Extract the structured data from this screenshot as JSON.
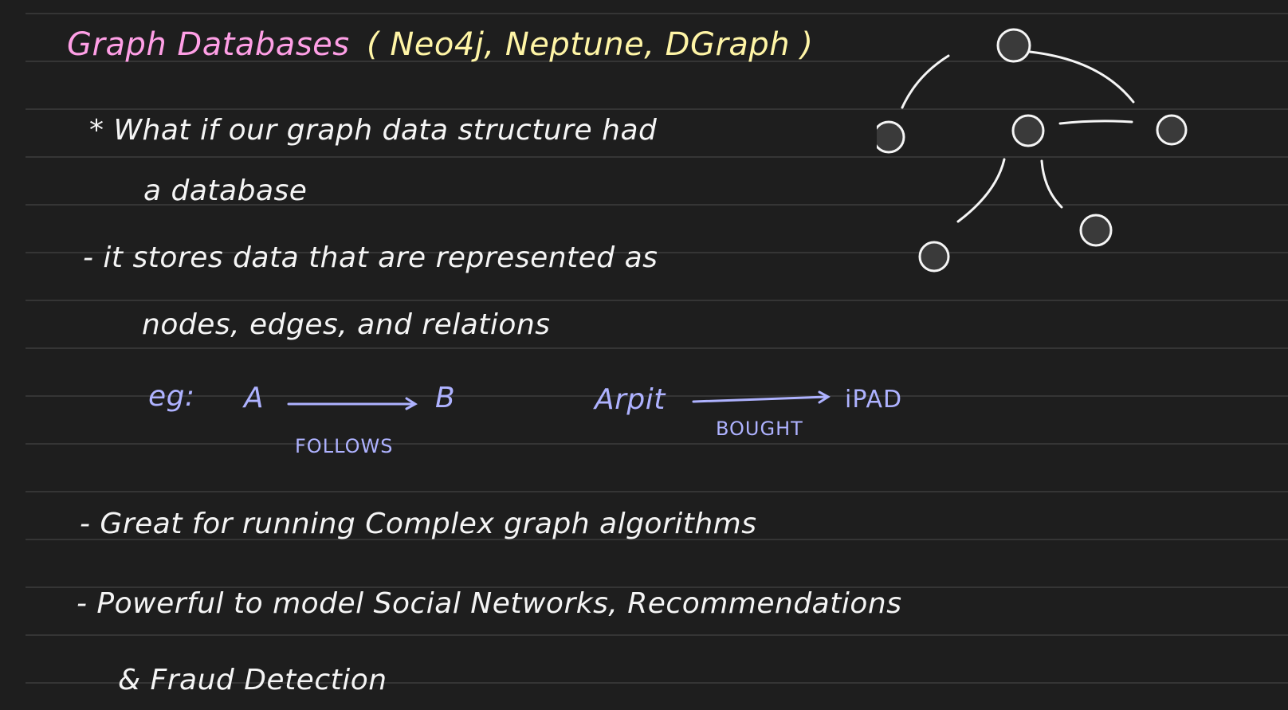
{
  "title": {
    "main": "Graph Databases",
    "examples": "( Neo4j, Neptune, DGraph )"
  },
  "lines": {
    "question_1": "* What if our graph data structure had",
    "question_2": "a database",
    "definition_1": "- it stores data that are represented as",
    "definition_2": "nodes, edges, and relations",
    "use_1": "- Great for running Complex graph algorithms",
    "use_2": "- Powerful to model Social Networks, Recommendations",
    "use_3": "& Fraud Detection"
  },
  "examples": {
    "prefix": "eg:",
    "first": {
      "from": "A",
      "to": "B",
      "relation": "FOLLOWS"
    },
    "second": {
      "from": "Arpit",
      "to": "iPAD",
      "relation": "BOUGHT"
    }
  },
  "colors": {
    "title": "#ff9fe6",
    "examples_heading": "#fff5a6",
    "body": "#f5f5f5",
    "example_text": "#aeb2ff",
    "background": "#1e1e1e",
    "rule": "#353535"
  }
}
